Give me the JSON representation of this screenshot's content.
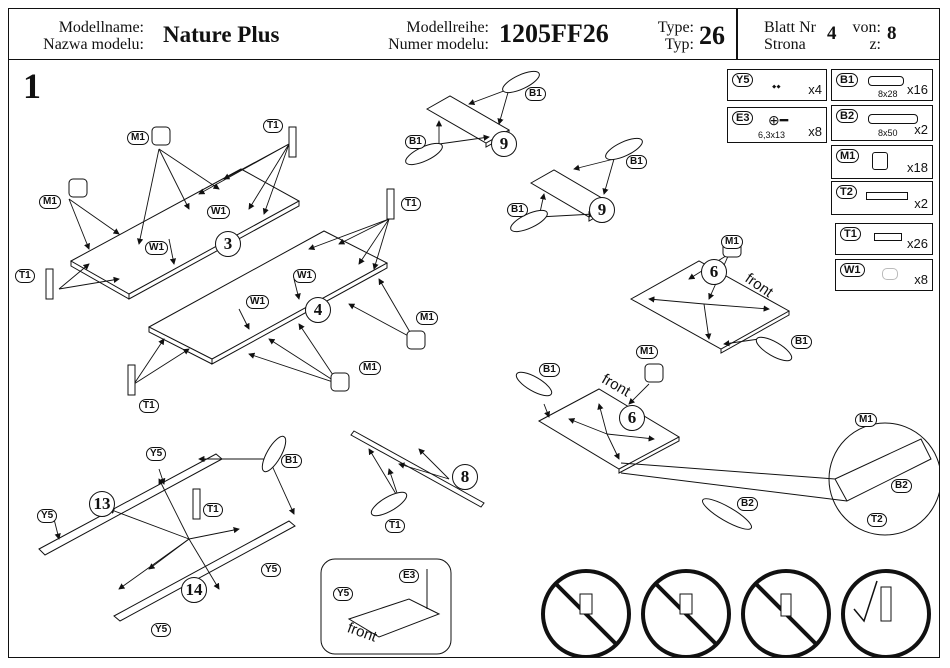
{
  "header": {
    "model_name_label_de": "Modellname:",
    "model_name_label_pl": "Nazwa modelu:",
    "model_name": "Nature Plus",
    "model_series_label_de": "Modellreihe:",
    "model_series_label_pl": "Numer modelu:",
    "model_number": "1205FF26",
    "type_label_de": "Type:",
    "type_label_pl": "Typ:",
    "type": "26",
    "sheet_label_de": "Blatt Nr",
    "sheet_label_pl": "Strona",
    "sheet": "4",
    "of_label_de": "von:",
    "of_label_pl": "z:",
    "total": "8"
  },
  "step": {
    "number": "1"
  },
  "parts": {
    "p3": "3",
    "p4": "4",
    "p6": "6",
    "p8": "8",
    "p9": "9",
    "p13": "13",
    "p14": "14"
  },
  "labels": {
    "front": "front"
  },
  "callouts": {
    "m1": "M1",
    "t1": "T1",
    "t2": "T2",
    "w1": "W1",
    "b1": "B1",
    "b2": "B2",
    "y5": "Y5",
    "e3": "E3"
  },
  "legend": {
    "y5": {
      "code": "Y5",
      "qty": "x4"
    },
    "b1": {
      "code": "B1",
      "size": "8x28",
      "qty": "x16"
    },
    "e3": {
      "code": "E3",
      "size": "6,3x13",
      "qty": "x8"
    },
    "b2": {
      "code": "B2",
      "size": "8x50",
      "qty": "x2"
    },
    "m1": {
      "code": "M1",
      "qty": "x18"
    },
    "t2": {
      "code": "T2",
      "qty": "x2"
    },
    "t1": {
      "code": "T1",
      "qty": "x26"
    },
    "w1": {
      "code": "W1",
      "qty": "x8"
    }
  }
}
